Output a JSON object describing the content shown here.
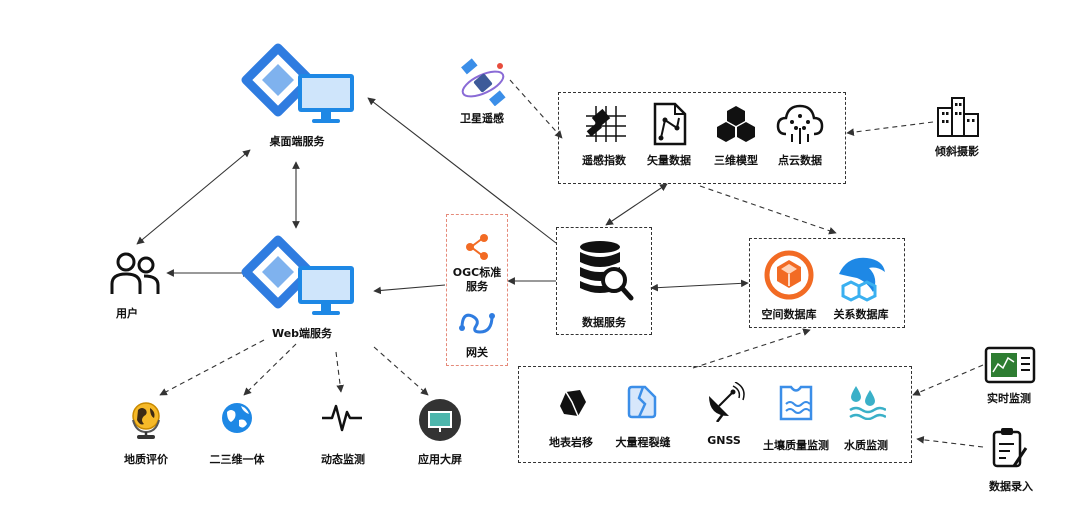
{
  "nodes": {
    "desktop": "桌面端服务",
    "web": "Web端服务",
    "user": "用户",
    "satellite": "卫星遥感",
    "oblique": "倾斜摄影",
    "ogc": "OGC标准服务",
    "gateway": "网关",
    "data_service": "数据服务",
    "spatial_db": "空间数据库",
    "relational_db": "关系数据库",
    "realtime": "实时监测",
    "data_entry": "数据录入"
  },
  "data_sources": [
    "遥感指数",
    "矢量数据",
    "三维模型",
    "点云数据"
  ],
  "monitoring": [
    "地表岩移",
    "大量程裂缝",
    "GNSS",
    "土壤质量监测",
    "水质监测"
  ],
  "applications": [
    "地质评价",
    "二三维一体",
    "动态监测",
    "应用大屏"
  ],
  "colors": {
    "brand_blue": "#2f7ce0",
    "monitor_blue": "#1e88e5",
    "accent_orange": "#f26b24",
    "dash_red": "#e58a7a",
    "line": "#333333"
  }
}
